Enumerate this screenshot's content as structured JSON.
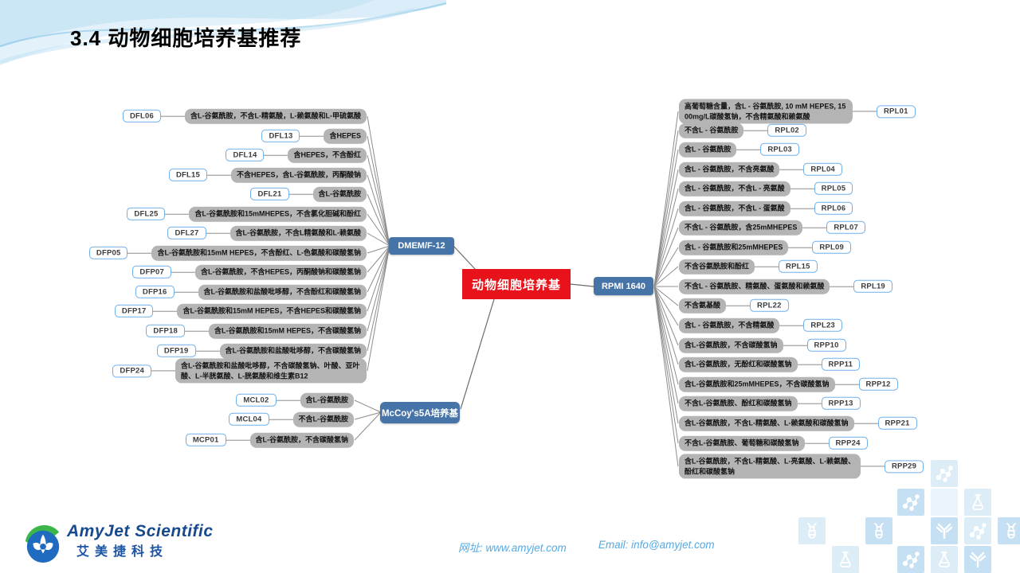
{
  "slide": {
    "title": "3.4 动物细胞培养基推荐"
  },
  "mindmap": {
    "root": {
      "label": "动物细胞培养基"
    },
    "branches": [
      {
        "id": "dmem",
        "label": "DMEM/F-12",
        "items": [
          {
            "code": "DFL06",
            "desc": "含L-谷氨酰胺，不含L-精氨酸，L-赖氨酸和L-甲硫氨酸"
          },
          {
            "code": "DFL13",
            "desc": "含HEPES"
          },
          {
            "code": "DFL14",
            "desc": "含HEPES，不含酚红"
          },
          {
            "code": "DFL15",
            "desc": "不含HEPES，含L-谷氨酰胺，丙酮酸钠"
          },
          {
            "code": "DFL21",
            "desc": "含L-谷氨酰胺"
          },
          {
            "code": "DFL25",
            "desc": "含L-谷氨酰胺和15mMHEPES，不含氯化胆碱和酚红"
          },
          {
            "code": "DFL27",
            "desc": "含L-谷氨酰胺，不含L精氨酸和L-赖氨酸"
          },
          {
            "code": "DFP05",
            "desc": "含L-谷氨酰胺和15mM HEPES，不含酚红、L-色氨酸和碳酸氢钠"
          },
          {
            "code": "DFP07",
            "desc": "含L-谷氨酰胺，不含HEPES，丙酮酸钠和碳酸氢钠"
          },
          {
            "code": "DFP16",
            "desc": "含L-谷氨酰胺和盐酸吡哆醇，不含酚红和碳酸氢钠"
          },
          {
            "code": "DFP17",
            "desc": "含L-谷氨酰胺和15mM HEPES，不含HEPES和碳酸氢钠"
          },
          {
            "code": "DFP18",
            "desc": "含L-谷氨酰胺和15mM HEPES，不含碳酸氢钠"
          },
          {
            "code": "DFP19",
            "desc": "含L-谷氨酰胺和盐酸吡哆醇，不含碳酸氢钠"
          },
          {
            "code": "DFP24",
            "desc": "含L-谷氨酰胺和盐酸吡哆醇，不含碳酸氢钠、叶酸、亚叶酸、L-半胱氨酸、L-胱氨酸和维生素B12"
          }
        ]
      },
      {
        "id": "mccoy",
        "label": "McCoy's5A培养基",
        "items": [
          {
            "code": "MCL02",
            "desc": "含L-谷氨酰胺"
          },
          {
            "code": "MCL04",
            "desc": "不含L-谷氨酰胺"
          },
          {
            "code": "MCP01",
            "desc": "含L-谷氨酰胺，不含碳酸氢钠"
          }
        ]
      },
      {
        "id": "rpmi",
        "label": "RPMI 1640",
        "items": [
          {
            "code": "RPL01",
            "desc": "高葡萄糖含量，含L - 谷氨酰胺, 10 mM HEPES, 1500mg/L碳酸氢钠，不含精氨酸和赖氨酸"
          },
          {
            "code": "RPL02",
            "desc": "不含L - 谷氨酰胺"
          },
          {
            "code": "RPL03",
            "desc": "含L - 谷氨酰胺"
          },
          {
            "code": "RPL04",
            "desc": "含L - 谷氨酰胺，不含亮氨酸"
          },
          {
            "code": "RPL05",
            "desc": "含L - 谷氨酰胺，不含L - 亮氨酸"
          },
          {
            "code": "RPL06",
            "desc": "含L - 谷氨酰胺，不含L - 蛋氨酸"
          },
          {
            "code": "RPL07",
            "desc": "不含L - 谷氨酰胺，含25mMHEPES"
          },
          {
            "code": "RPL09",
            "desc": "含L - 谷氨酰胺和25mMHEPES"
          },
          {
            "code": "RPL15",
            "desc": "不含谷氨酰胺和酚红"
          },
          {
            "code": "RPL19",
            "desc": "不含L - 谷氨酰胺、精氨酸、蛋氨酸和赖氨酸"
          },
          {
            "code": "RPL22",
            "desc": "不含氨基酸"
          },
          {
            "code": "RPL23",
            "desc": "含L - 谷氨酰胺，不含精氨酸"
          },
          {
            "code": "RPP10",
            "desc": "含L-谷氨酰胺，不含碳酸氢钠"
          },
          {
            "code": "RPP11",
            "desc": "含L-谷氨酰胺，无酚红和碳酸氢钠"
          },
          {
            "code": "RPP12",
            "desc": "含L-谷氨酰胺和25mMHEPES，不含碳酸氢钠"
          },
          {
            "code": "RPP13",
            "desc": "不含L-谷氨酰胺、酚红和碳酸氢钠"
          },
          {
            "code": "RPP21",
            "desc": "含L-谷氨酰胺，不含L-精氨酸、L-赖氨酸和碳酸氢钠"
          },
          {
            "code": "RPP24",
            "desc": "不含L-谷氨酰胺、葡萄糖和碳酸氢钠"
          },
          {
            "code": "RPP29",
            "desc": "含L-谷氨酰胺，不含L-精氨酸、L-亮氨酸、L-赖氨酸、酚红和碳酸氢钠"
          }
        ]
      }
    ]
  },
  "footer": {
    "logo_title": "AmyJet Scientific",
    "logo_subtitle": "艾美捷科技",
    "website_label": "网址:",
    "website": "www.amyjet.com",
    "email_label": "Email:",
    "email": "info@amyjet.com"
  },
  "decor_icons": [
    "molecule-icon",
    "dna-icon",
    "antibody-icon",
    "flask-icon"
  ],
  "colors": {
    "root_node": "#e8131a",
    "branch_node": "#4674a8",
    "desc_box_bg": "#b4b4b4",
    "code_pill_border": "#6fb0ea",
    "connector_line": "#8d8d8d",
    "footer_accent": "#55a9e2",
    "logo_blue": "#17498f",
    "logo_green": "#3cb54a"
  }
}
